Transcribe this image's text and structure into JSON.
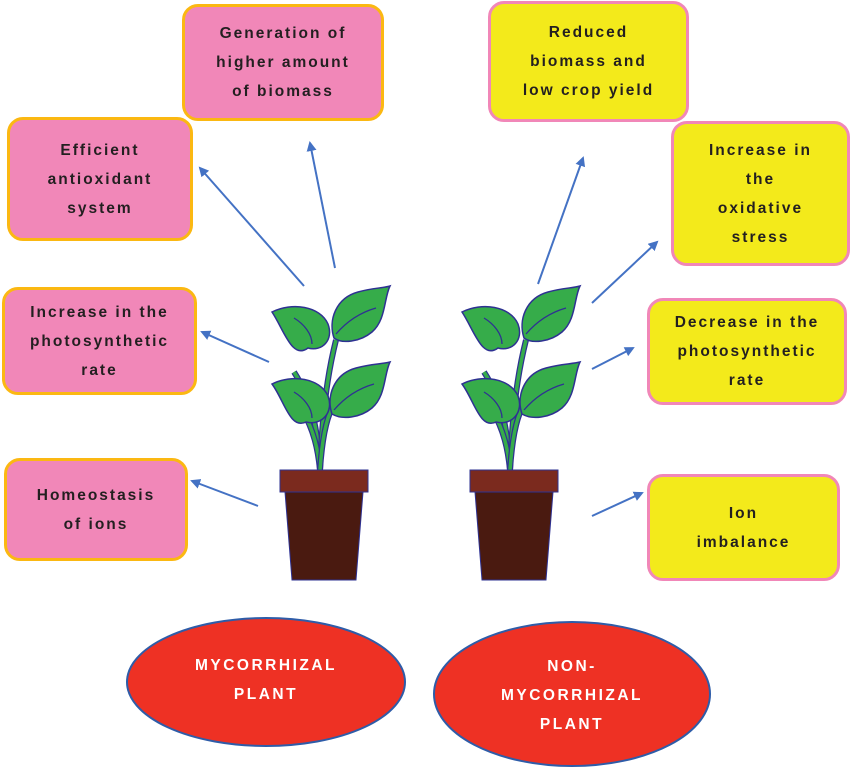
{
  "colors": {
    "pink_box": "#f187b8",
    "pink_box_border": "#fbb812",
    "yellow_box": "#f3ea1b",
    "yellow_box_border": "#f187b8",
    "arrow": "#4472c4",
    "leaf": "#36ac4a",
    "leaf_outline": "#2e3192",
    "pot_rim": "#7b2a1e",
    "pot_body": "#4a1a10",
    "oval": "#ee3124",
    "oval_border": "#2e5ca8"
  },
  "mycorrhizal": {
    "label": "MYCORRHIZAL\nPLANT",
    "effects": [
      {
        "id": "biomass",
        "text": "Generation of\nhigher amount\nof biomass"
      },
      {
        "id": "antioxidant",
        "text": "Efficient\nantioxidant\nsystem"
      },
      {
        "id": "photosynthesis",
        "text": "Increase in the\nphotosynthetic\nrate"
      },
      {
        "id": "ions",
        "text": "Homeostasis\nof ions"
      }
    ]
  },
  "non_mycorrhizal": {
    "label": "NON-\nMYCORRHIZAL\nPLANT",
    "effects": [
      {
        "id": "biomass",
        "text": "Reduced\nbiomass and\nlow crop yield"
      },
      {
        "id": "oxidative",
        "text": "Increase in\nthe\noxidative\nstress"
      },
      {
        "id": "photosynthesis",
        "text": "Decrease in the\nphotosynthetic\nrate"
      },
      {
        "id": "ions",
        "text": "Ion\nimbalance"
      }
    ]
  }
}
